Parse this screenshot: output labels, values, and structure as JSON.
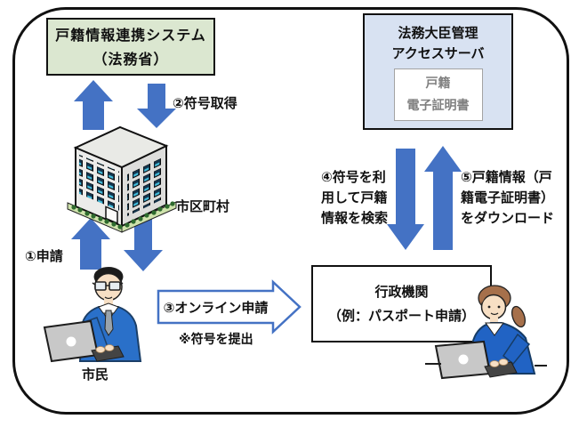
{
  "diagram": {
    "system_box": {
      "line1": "戸籍情報連携システム",
      "line2": "（法務省）"
    },
    "server_box": {
      "line1": "法務大臣管理",
      "line2": "アクセスサーバ",
      "cert_line1": "戸籍",
      "cert_line2": "電子証明書"
    },
    "municipality_label": "市区町村",
    "citizen_label": "市民",
    "agency_box": {
      "line1": "行政機関",
      "line2": "（例：パスポート申請）"
    },
    "steps": {
      "step1": "①申請",
      "step2": "②符号取得",
      "step3": "③オンライン申請",
      "step3_note": "※符号を提出",
      "step4_line1": "④符号を利",
      "step4_line2": "用して戸籍",
      "step4_line3": "情報を検索",
      "step5_line1": "⑤戸籍情報（戸",
      "step5_line2": "籍電子証明書）",
      "step5_line3": "をダウンロード"
    },
    "colors": {
      "arrow_blue": "#4472c4",
      "system_box_bg": "#dbe7d0",
      "server_box_bg": "#d8e2f2"
    }
  }
}
